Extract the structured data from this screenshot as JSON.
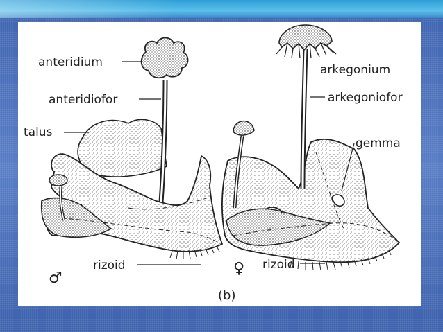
{
  "labels": {
    "anteridium": "anteridium",
    "anteridiofor": "anteridiofor",
    "talus": "talus",
    "rizoid_left": "rizoid",
    "male_symbol": "♂",
    "arkegonium": "arkegonium",
    "arkegoniofor": "arkegoniofor",
    "gemma": "gemma",
    "rizoid_right": "rizoid",
    "female_symbol": "♀",
    "caption": "(b)"
  },
  "colors": {
    "background": "#4b6fb8",
    "panel": "#ffffff",
    "ink": "#222222"
  }
}
